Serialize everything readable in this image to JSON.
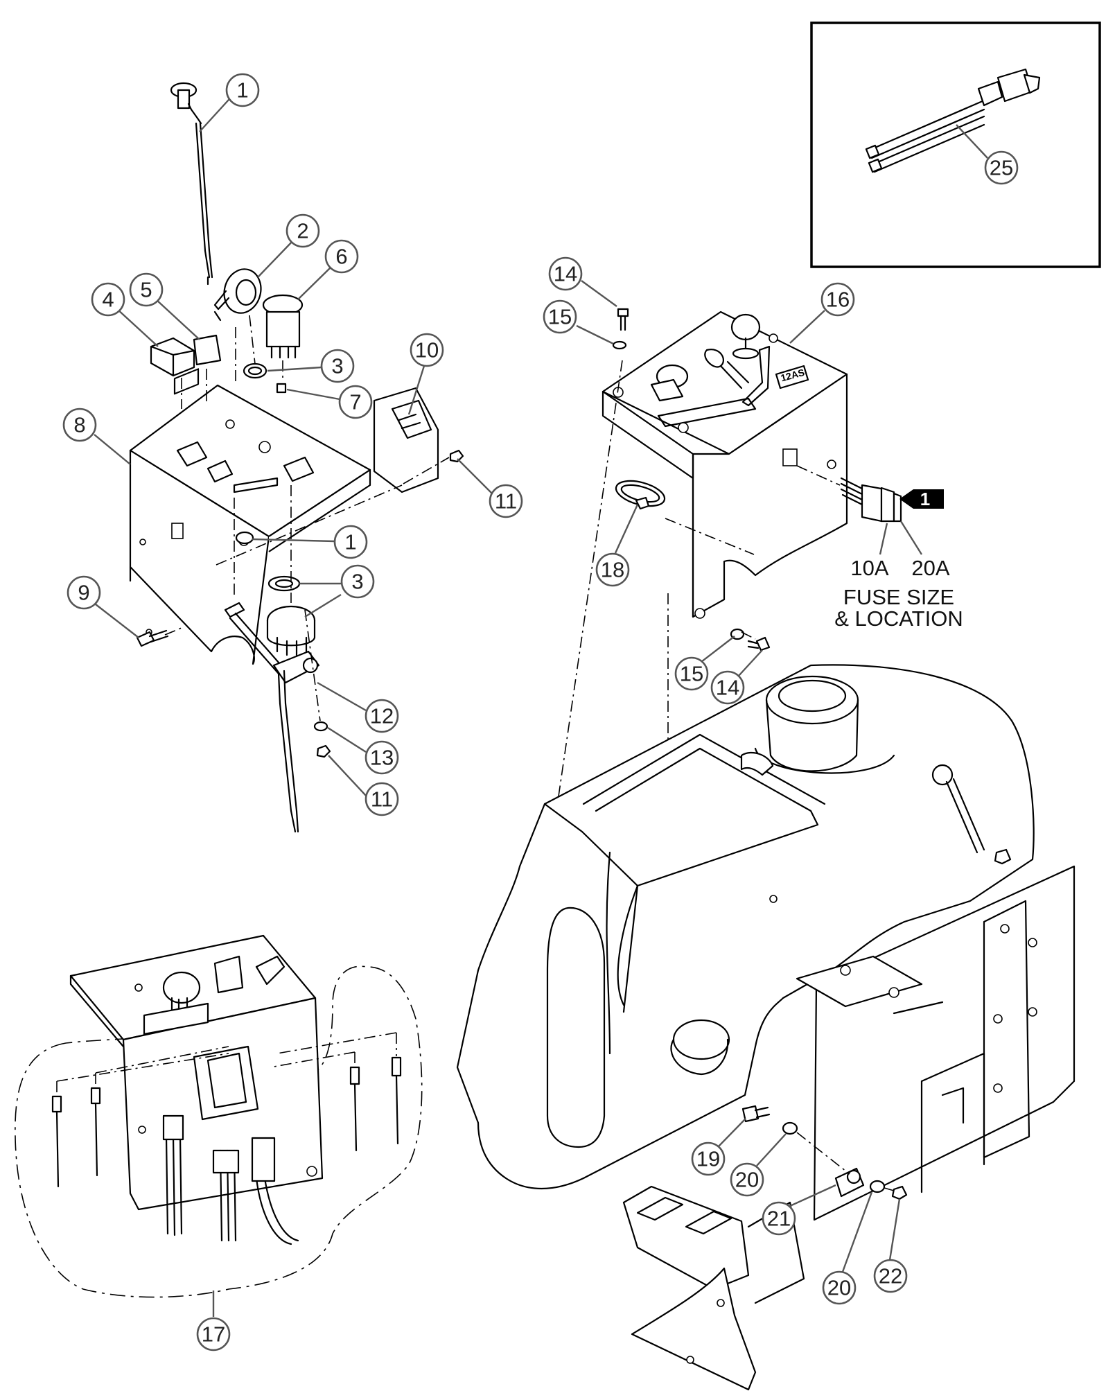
{
  "callouts": {
    "c1a": "1",
    "c1b": "1",
    "c2": "2",
    "c3a": "3",
    "c3b": "3",
    "c4": "4",
    "c5": "5",
    "c6": "6",
    "c7": "7",
    "c8": "8",
    "c9": "9",
    "c10": "10",
    "c11a": "11",
    "c11b": "11",
    "c12": "12",
    "c13": "13",
    "c14a": "14",
    "c14b": "14",
    "c15a": "15",
    "c15b": "15",
    "c16": "16",
    "c17": "17",
    "c18": "18",
    "c19": "19",
    "c20a": "20",
    "c20b": "20",
    "c21": "21",
    "c22": "22",
    "c25": "25"
  },
  "fuse_note": {
    "marker": "1",
    "fuse_left": "10A",
    "fuse_right": "20A",
    "line1": "FUSE SIZE",
    "line2": "& LOCATION"
  },
  "panel_decal": "12AS",
  "colors": {
    "line": "#000000",
    "bubble_stroke": "#555555",
    "background": "#ffffff"
  }
}
